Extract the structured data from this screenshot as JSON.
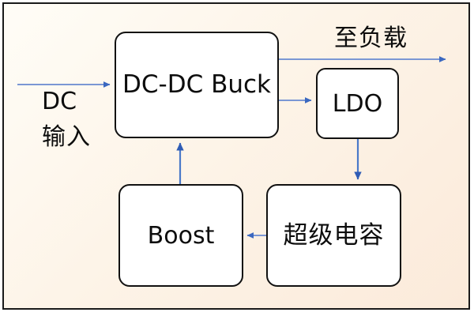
{
  "diagram": {
    "title": "power-management-block-diagram",
    "background_color": "#fdf4e8",
    "frame_border_color": "#1a1a1a",
    "node_border_color": "#111111",
    "node_fill_color": "#ffffff",
    "connector_color": "#4472c4",
    "nodes": [
      {
        "id": "buck",
        "label": "DC-DC Buck"
      },
      {
        "id": "ldo",
        "label": "LDO"
      },
      {
        "id": "boost",
        "label": "Boost"
      },
      {
        "id": "supercap",
        "label": "超级电容"
      }
    ],
    "labels": {
      "to_load": "至负载",
      "dc": "DC",
      "dc_input": "输入"
    },
    "connectors": [
      {
        "id": "dc-in-to-buck",
        "from": "dc-input",
        "to": "buck",
        "direction": "right"
      },
      {
        "id": "buck-to-load",
        "from": "buck",
        "to": "load",
        "direction": "right"
      },
      {
        "id": "buck-to-ldo",
        "from": "buck",
        "to": "ldo",
        "direction": "right"
      },
      {
        "id": "ldo-to-supercap",
        "from": "ldo",
        "to": "supercap",
        "direction": "down"
      },
      {
        "id": "supercap-to-boost",
        "from": "supercap",
        "to": "boost",
        "direction": "left"
      },
      {
        "id": "boost-to-buck",
        "from": "boost",
        "to": "buck",
        "direction": "up"
      }
    ]
  }
}
